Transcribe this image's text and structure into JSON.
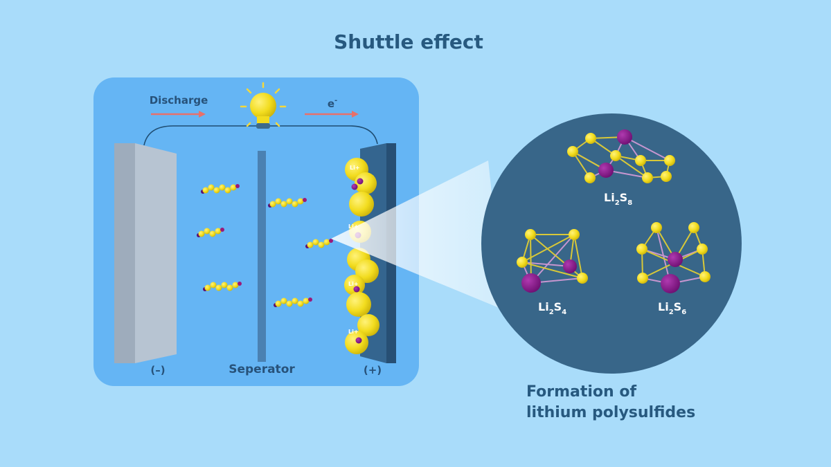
{
  "title": "Shuttle effect",
  "battery": {
    "discharge_label": "Discharge",
    "electron_label": "e",
    "electron_charge": "-",
    "negative_label": "(–)",
    "separator_label": "Seperator",
    "positive_label": "(+)",
    "li_ion_label": "Li+"
  },
  "molecules": [
    {
      "base": "Li",
      "sub1": "2",
      "mid": "S",
      "sub2": "8"
    },
    {
      "base": "Li",
      "sub1": "2",
      "mid": "S",
      "sub2": "4"
    },
    {
      "base": "Li",
      "sub1": "2",
      "mid": "S",
      "sub2": "6"
    }
  ],
  "caption": {
    "line1": "Formation of",
    "line2": "lithium polysulfides"
  },
  "colors": {
    "background": "#a9dcfa",
    "cell": "#65b5f4",
    "zoom_circle": "#386689",
    "sulfur": "#f2dc1e",
    "lithium": "#8a1a8a",
    "arrow": "#e8706a",
    "text": "#27597f"
  }
}
